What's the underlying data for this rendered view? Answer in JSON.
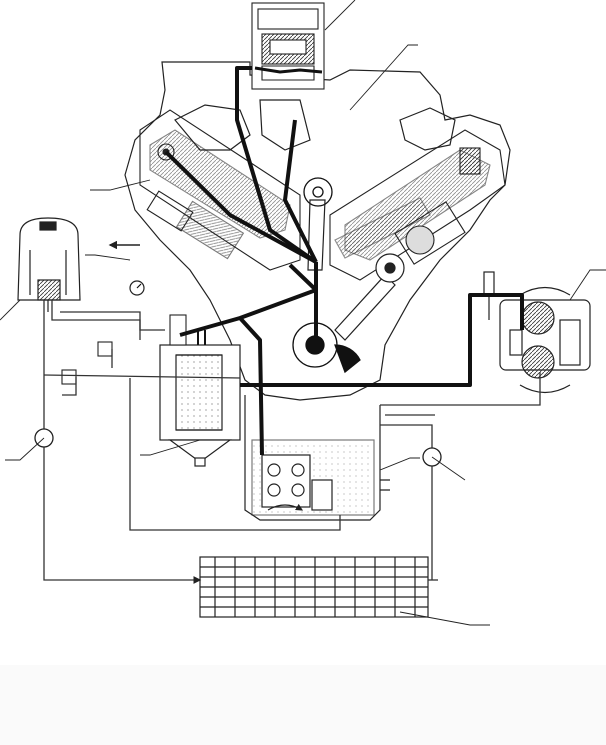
{
  "figure": {
    "kind": "engine-lubrication-system-schematic",
    "caption": ""
  },
  "legend": {
    "pressure_line_color": "#111111",
    "return_line_color": "#444444",
    "outline_color": "#222222",
    "background": "#ffffff"
  },
  "components": [
    {
      "id": "oil-pressure-valve",
      "label": ""
    },
    {
      "id": "engine-block-v",
      "label": ""
    },
    {
      "id": "left-cylinder-head",
      "label": ""
    },
    {
      "id": "right-cylinder-head",
      "label": ""
    },
    {
      "id": "crankshaft",
      "label": ""
    },
    {
      "id": "connecting-rod",
      "label": ""
    },
    {
      "id": "centrifugal-filter",
      "label": ""
    },
    {
      "id": "full-flow-filter",
      "label": ""
    },
    {
      "id": "oil-pump",
      "label": ""
    },
    {
      "id": "oil-sump",
      "label": ""
    },
    {
      "id": "pressure-gauge",
      "label": ""
    },
    {
      "id": "fluid-coupling",
      "label": ""
    },
    {
      "id": "oil-cooler",
      "label": ""
    },
    {
      "id": "left-flow-sensor",
      "label": ""
    },
    {
      "id": "right-flow-sensor",
      "label": ""
    }
  ]
}
